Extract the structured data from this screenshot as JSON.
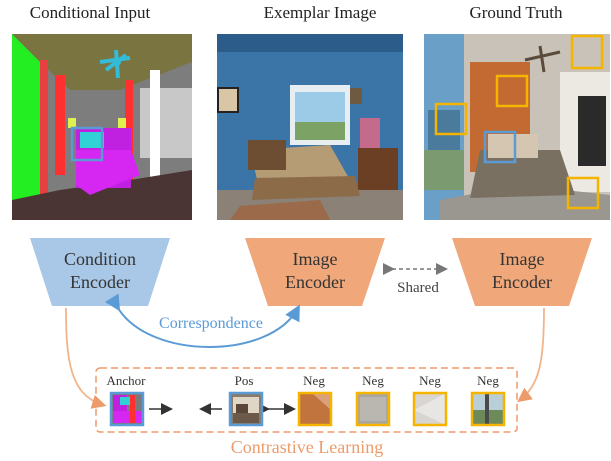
{
  "columns": {
    "conditional_input": "Conditional Input",
    "exemplar_image": "Exemplar Image",
    "ground_truth": "Ground Truth"
  },
  "encoders": {
    "condition": [
      "Condition",
      "Encoder"
    ],
    "image_exemplar": [
      "Image",
      "Encoder"
    ],
    "image_gt": [
      "Image",
      "Encoder"
    ]
  },
  "labels": {
    "shared": "Shared",
    "correspondence": "Correspondence",
    "contrastive": "Contrastive Learning"
  },
  "patches": {
    "anchor": "Anchor",
    "pos": "Pos",
    "neg1": "Neg",
    "neg2": "Neg",
    "neg3": "Neg",
    "neg4": "Neg"
  },
  "colors": {
    "condition_encoder": "#a9c7e6",
    "image_encoder": "#f0a77a",
    "correspondence": "#5b9bd5",
    "contrastive": "#ed9b6b",
    "neg_box": "#f5b400",
    "anchor_box": "#5b9bd5"
  }
}
